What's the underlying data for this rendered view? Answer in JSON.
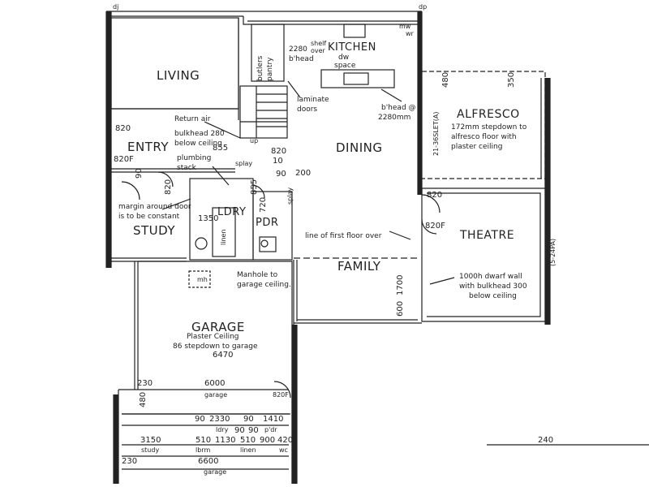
{
  "rooms": {
    "living": "LIVING",
    "kitchen": "KITCHEN",
    "alfresco": "ALFRESCO",
    "entry": "ENTRY",
    "dining": "DINING",
    "study": "STUDY",
    "ldry": "LDRY",
    "pdr": "PDR",
    "theatre": "THEATRE",
    "family": "FAMILY",
    "garage": "GARAGE"
  },
  "notes": {
    "return_air": "Return air",
    "bulkhead_1": "bulkhead 280",
    "bulkhead_2": "below ceiling",
    "plumbing_1": "plumbing",
    "plumbing_2": "stack",
    "margin_1": "margin around door",
    "margin_2": "is to be constant",
    "butlers_1": "butlers",
    "butlers_2": "pantry",
    "laminate_1": "laminate",
    "laminate_2": "doors",
    "shelf_1": "shelf",
    "shelf_2": "over",
    "bhead_2280_1": "2280",
    "bhead_2280_2": "b'head",
    "dw_1": "dw",
    "dw_2": "space",
    "mw": "mw",
    "wr": "wr",
    "bhead_kitchen_1": "b'head @",
    "bhead_kitchen_2": "2280mm",
    "alfresco_1": "172mm stepdown to",
    "alfresco_2": "alfresco floor with",
    "alfresco_3": "plaster ceiling",
    "first_floor": "line of first floor over",
    "dwarf_1": "1000h dwarf wall",
    "dwarf_2": "with bulkhead 300",
    "dwarf_3": "below ceiling",
    "manhole_1": "Manhole to",
    "manhole_2": "garage ceiling.",
    "garage_1": "Plaster Ceiling",
    "garage_2": "86 stepdown to garage",
    "up": "up",
    "splay_1": "splay",
    "splay_2": "splay",
    "linen": "linen",
    "mh": "mh",
    "sliding_door": "21-36SLET(A)",
    "theatre_edge": "(5-24PA)",
    "dj": "dj",
    "dp": "dp"
  },
  "dims": {
    "d820_a": "820",
    "d820F_a": "820F",
    "d90_a": "90",
    "d820_b": "820",
    "d855_a": "855",
    "d820_c": "820",
    "d10": "10",
    "d90_b": "90",
    "d200": "200",
    "d855_b": "855",
    "d720": "720",
    "d1350": "1350",
    "d480_a": "480",
    "d350": "350",
    "d820_d": "820",
    "d820F_b": "820F",
    "d1700": "1700",
    "d600": "600",
    "d6470": "6470",
    "d230_a": "230",
    "d6000": "6000",
    "garage_a": "garage",
    "d480_b": "480",
    "d820F_c": "820F",
    "d90_c": "90",
    "d2330": "2330",
    "d90_d": "90",
    "d1410": "1410",
    "ldry_lbl": "ldry",
    "pdr_lbl": "p'dr",
    "d3150": "3150",
    "d510_a": "510",
    "d1130": "1130",
    "d510_b": "510",
    "d900": "900",
    "d420": "420",
    "study_lbl": "study",
    "lbrm_lbl": "lbrm",
    "linen_lbl": "linen",
    "wc_lbl": "wc",
    "d230_b": "230",
    "d6600": "6600",
    "garage_b": "garage",
    "d240": "240",
    "d90_e": "90",
    "d90_f": "90"
  }
}
